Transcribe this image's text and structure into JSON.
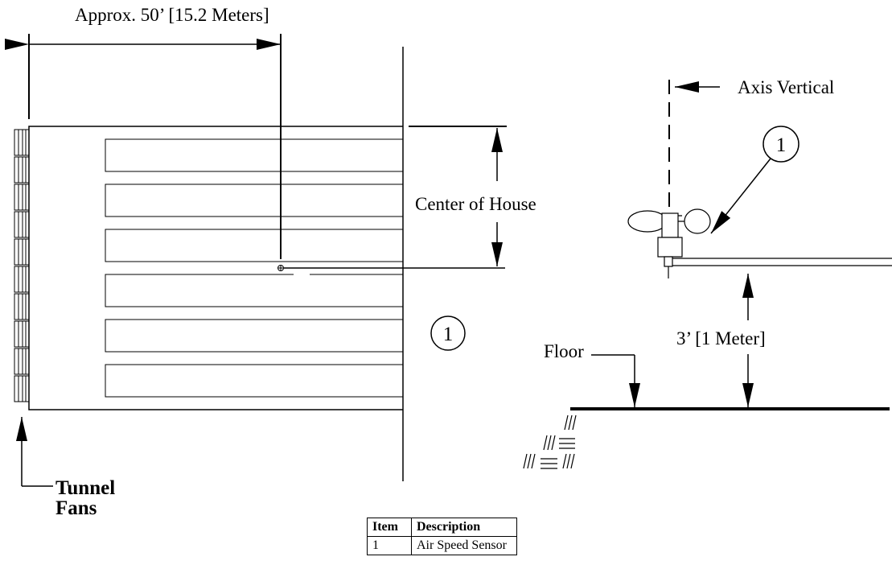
{
  "distance_label": "Approx. 50’ [15.2 Meters]",
  "center_label": "Center of House",
  "axis_label": "Axis Vertical",
  "height_label": "3’ [1 Meter]",
  "floor_label": "Floor",
  "fans_label_line1": "Tunnel",
  "fans_label_line2": "Fans",
  "callout_plan": "1",
  "callout_sensor": "1",
  "table": {
    "headers": [
      "Item",
      "Description"
    ],
    "rows": [
      [
        "1",
        "Air Speed Sensor"
      ]
    ]
  }
}
